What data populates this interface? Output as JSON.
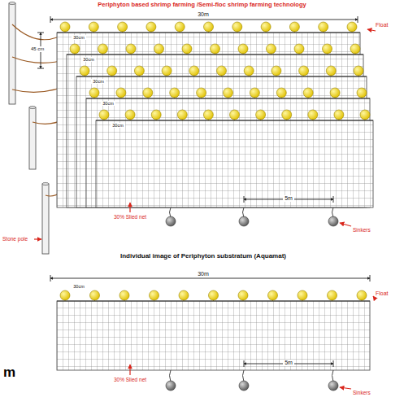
{
  "diagram": {
    "title": "Periphyton based shrimp farming /Semi-floc shrimp farming technology",
    "labels": [
      "30m",
      "Float",
      "30cm",
      "30cm",
      "30cm",
      "30cm",
      "30cm",
      "45 cm",
      "Stone pole",
      "30% Slied net",
      "5m",
      "Sinkers",
      "Individual image of Periphyton substratum (Aquamat)",
      "30m",
      "30cm",
      "30% Slied net",
      "5m",
      "Sinkers",
      "Float",
      "m"
    ]
  }
}
